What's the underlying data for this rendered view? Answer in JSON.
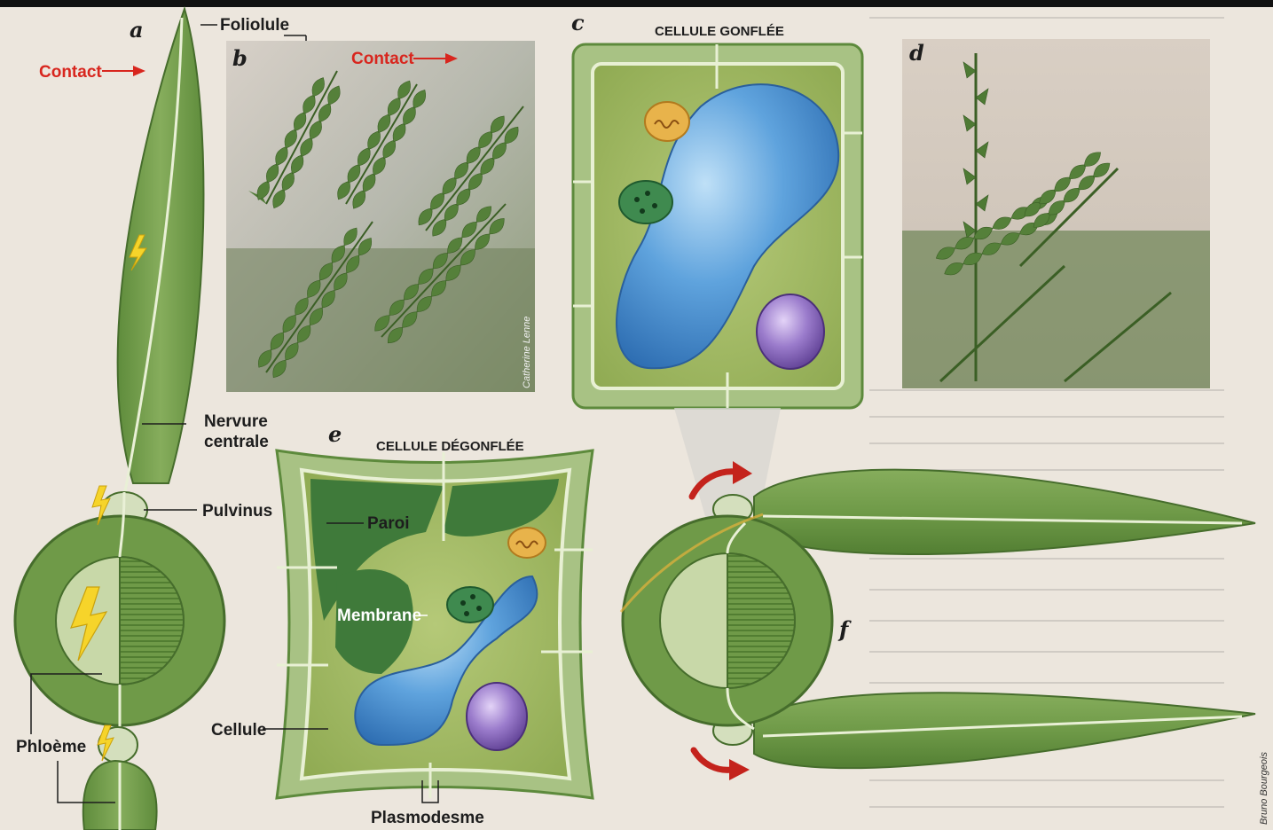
{
  "panels": {
    "a": "a",
    "b": "b",
    "c": "c",
    "d": "d",
    "e": "e",
    "f": "f"
  },
  "labels": {
    "foliolule": "Foliolule",
    "contact_a": "Contact",
    "contact_b": "Contact",
    "nervure_line1": "Nervure",
    "nervure_line2": "centrale",
    "pulvinus": "Pulvinus",
    "phloeme": "Phloème",
    "cellule_gonflee": "CELLULE GONFLÉE",
    "cellule_degonflee": "CELLULE DÉGONFLÉE",
    "paroi": "Paroi",
    "membrane": "Membrane",
    "cellule": "Cellule",
    "plasmodesme": "Plasmodesme"
  },
  "credits": {
    "photo": "Catherine Lenne",
    "illustration": "Bruno Bourgeois"
  },
  "icons": {
    "lightning": "lightning-icon",
    "arrow": "red-arrow-icon",
    "mitochondria": "mitochondrion-icon",
    "chloroplast": "chloroplast-icon",
    "nucleus": "nucleus-icon",
    "vacuole": "vacuole-icon"
  },
  "colors": {
    "leaf": "#6f9a48",
    "leaf_dark": "#4f7a32",
    "leaf_light": "#a9c682",
    "red": "#d8261e",
    "vacuole": "#4f95d6",
    "nucleus": "#8d6cc0",
    "lightning": "#f6d42a",
    "background": "#ece6dd"
  }
}
